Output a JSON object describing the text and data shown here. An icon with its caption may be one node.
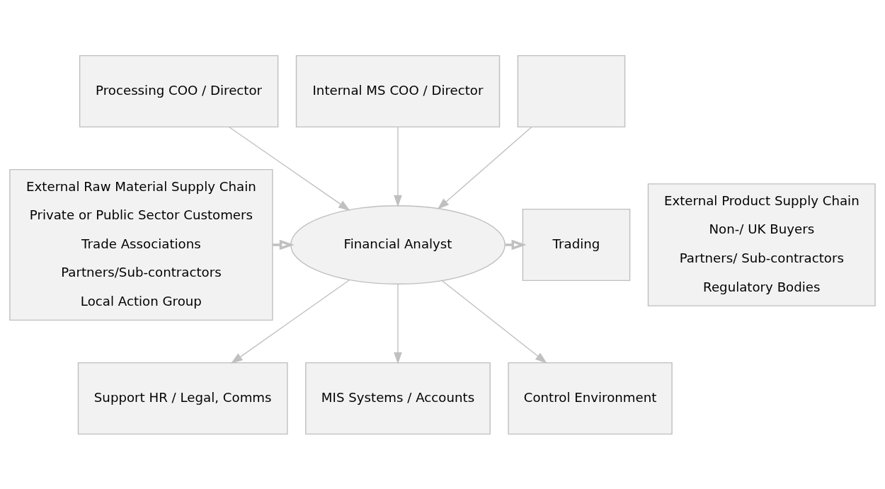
{
  "diagram": {
    "nodes": [
      {
        "text": [
          "External Raw Material Supply Chain",
          "Private or Public Sector Customers",
          "Trade Associations",
          "Partners/Sub-contractors",
          "Local Action Group"
        ]
      },
      {
        "text": [
          "Processing COO / Director"
        ]
      },
      {
        "text": [
          "Internal MS COO / Director"
        ]
      },
      {
        "text": [],
        "shape": "box"
      },
      {
        "text": [
          "Financial Analyst"
        ]
      },
      {
        "text": [
          "Trading"
        ]
      },
      {
        "text": [
          "Support HR / Legal, Comms"
        ]
      },
      {
        "text": [
          "MIS Systems / Accounts"
        ]
      },
      {
        "text": [
          "Control Environment"
        ]
      },
      {
        "text": [
          "External Product Supply Chain",
          "Non-/ UK Buyers",
          "Partners/ Sub-contractors",
          "Regulatory Bodies"
        ]
      }
    ],
    "edges": [
      {
        "from": 1,
        "to": 4,
        "arrow": "to"
      },
      {
        "from": 2,
        "to": 4,
        "arrow": "to"
      },
      {
        "from": 3,
        "to": 4,
        "arrow": "to"
      },
      {
        "from": 0,
        "to": 4,
        "arrow": "to",
        "style": "thick"
      },
      {
        "from": 4,
        "to": 5,
        "arrow": "to",
        "style": "thick"
      },
      {
        "from": 4,
        "to": 6,
        "arrow": "to"
      },
      {
        "from": 4,
        "to": 7,
        "arrow": "to"
      },
      {
        "from": 4,
        "to": 8,
        "arrow": "to"
      }
    ]
  }
}
